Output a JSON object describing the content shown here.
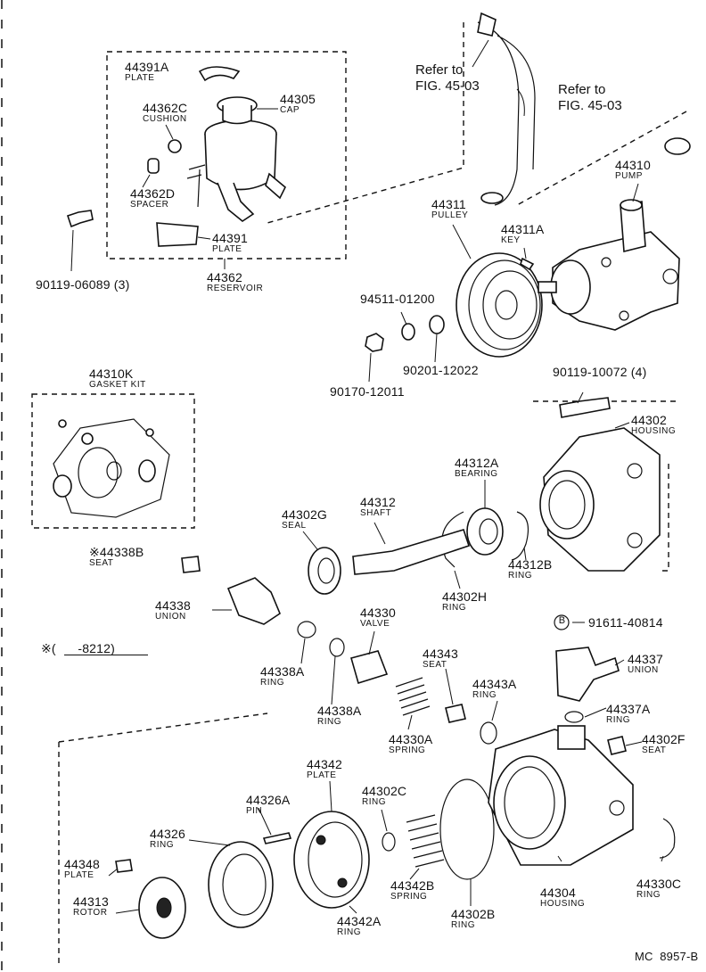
{
  "refer_note_left": [
    "Refer to",
    "FIG. 45-03"
  ],
  "refer_note_right": [
    "Refer to",
    "FIG. 45-03"
  ],
  "parts": [
    {
      "id": "p44391a",
      "number": "44391A",
      "name": "PLATE"
    },
    {
      "id": "p44305",
      "number": "44305",
      "name": "CAP"
    },
    {
      "id": "p44362c",
      "number": "44362C",
      "name": "CUSHION"
    },
    {
      "id": "p44362d",
      "number": "44362D",
      "name": "SPACER"
    },
    {
      "id": "p44391",
      "number": "44391",
      "name": "PLATE"
    },
    {
      "id": "p44362",
      "number": "44362",
      "name": "RESERVOIR"
    },
    {
      "id": "p90119a",
      "number": "90119-06089 (3)",
      "name": ""
    },
    {
      "id": "p44311",
      "number": "44311",
      "name": "PULLEY"
    },
    {
      "id": "p44311a",
      "number": "44311A",
      "name": "KEY"
    },
    {
      "id": "p44310",
      "number": "44310",
      "name": "PUMP"
    },
    {
      "id": "p94511",
      "number": "94511-01200",
      "name": ""
    },
    {
      "id": "p90201",
      "number": "90201-12022",
      "name": ""
    },
    {
      "id": "p90170",
      "number": "90170-12011",
      "name": ""
    },
    {
      "id": "p90119b",
      "number": "90119-10072 (4)",
      "name": ""
    },
    {
      "id": "p44310k",
      "number": "44310K",
      "name": "GASKET KIT"
    },
    {
      "id": "p44302",
      "number": "44302",
      "name": "HOUSING"
    },
    {
      "id": "p44312a",
      "number": "44312A",
      "name": "BEARING"
    },
    {
      "id": "p44302g",
      "number": "44302G",
      "name": "SEAL"
    },
    {
      "id": "p44312",
      "number": "44312",
      "name": "SHAFT"
    },
    {
      "id": "p44338b",
      "number": "※44338B",
      "name": "SEAT"
    },
    {
      "id": "p44312b",
      "number": "44312B",
      "name": "RING"
    },
    {
      "id": "p44338",
      "number": "44338",
      "name": "UNION"
    },
    {
      "id": "p44302h",
      "number": "44302H",
      "name": "RING"
    },
    {
      "id": "p44330",
      "number": "44330",
      "name": "VALVE"
    },
    {
      "id": "p44338a1",
      "number": "44338A",
      "name": "RING"
    },
    {
      "id": "p44338a2",
      "number": "44338A",
      "name": "RING"
    },
    {
      "id": "p44343",
      "number": "44343",
      "name": "SEAT"
    },
    {
      "id": "p44337",
      "number": "44337",
      "name": "UNION"
    },
    {
      "id": "p44343a",
      "number": "44343A",
      "name": "RING"
    },
    {
      "id": "p44337a",
      "number": "44337A",
      "name": "RING"
    },
    {
      "id": "p44330a",
      "number": "44330A",
      "name": "SPRING"
    },
    {
      "id": "p44302f",
      "number": "44302F",
      "name": "SEAT"
    },
    {
      "id": "p44342",
      "number": "44342",
      "name": "PLATE"
    },
    {
      "id": "p44326a",
      "number": "44326A",
      "name": "PIN"
    },
    {
      "id": "p44302c",
      "number": "44302C",
      "name": "RING"
    },
    {
      "id": "p44326",
      "number": "44326",
      "name": "RING"
    },
    {
      "id": "p44348",
      "number": "44348",
      "name": "PLATE"
    },
    {
      "id": "p44313",
      "number": "44313",
      "name": "ROTOR"
    },
    {
      "id": "p44342b",
      "number": "44342B",
      "name": "SPRING"
    },
    {
      "id": "p44302b",
      "number": "44302B",
      "name": "RING"
    },
    {
      "id": "p44304",
      "number": "44304",
      "name": "HOUSING"
    },
    {
      "id": "p44330c",
      "number": "44330C",
      "name": "RING"
    },
    {
      "id": "p44342a",
      "number": "44342A",
      "name": "RING"
    }
  ],
  "bolt_callout": {
    "symbol": "B",
    "number": "91611-40814"
  },
  "footnote": "※(      -8212)",
  "figure_code": "MC  8957-B"
}
